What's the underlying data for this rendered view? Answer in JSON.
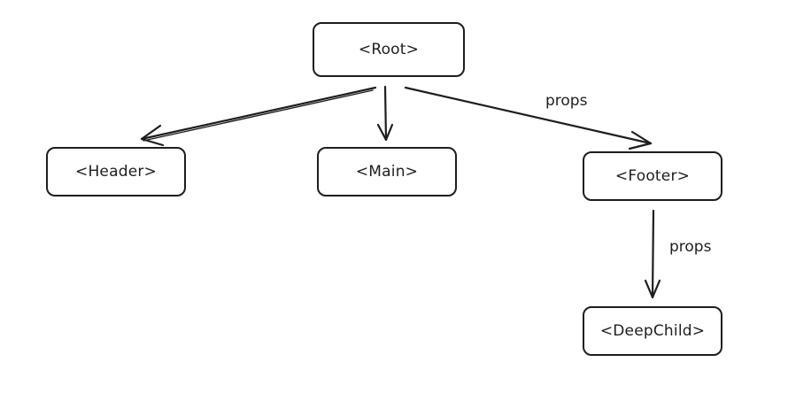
{
  "diagram": {
    "nodes": {
      "root": "<Root>",
      "header": "<Header>",
      "main": "<Main>",
      "footer": "<Footer>",
      "deepchild": "<DeepChild>"
    },
    "edges": [
      {
        "from": "root",
        "to": "header",
        "label": ""
      },
      {
        "from": "root",
        "to": "main",
        "label": ""
      },
      {
        "from": "root",
        "to": "footer",
        "label": "props"
      },
      {
        "from": "footer",
        "to": "deepchild",
        "label": "props"
      }
    ],
    "stroke_color": "#1e1e1e"
  }
}
